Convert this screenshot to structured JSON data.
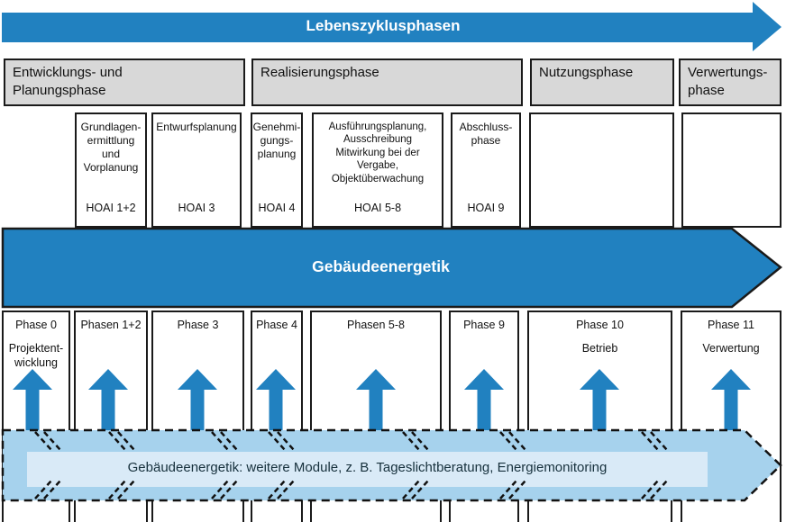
{
  "colors": {
    "blue": "#2181c0",
    "band_fill": "#a6d2ed",
    "band_inner": "#d9eaf7",
    "box_gray": "#d8d8d8",
    "border_black": "#1a1a1a"
  },
  "lifecycle_arrow": {
    "label": "Lebenszyklusphasen"
  },
  "phase_groups": [
    {
      "label": "Entwicklungs- und\nPlanungsphase"
    },
    {
      "label": "Realisierungsphase"
    },
    {
      "label": "Nutzungsphase"
    },
    {
      "label": "Verwertungs-\nphase"
    }
  ],
  "hoai_boxes": [
    {
      "title": "Grundlagen-\nermittlung\nund\nVorplanung",
      "hoai": "HOAI 1+2"
    },
    {
      "title": "Entwurfsplanung",
      "hoai": "HOAI 3"
    },
    {
      "title": "Genehmi-\ngungs-\nplanung",
      "hoai": "HOAI 4"
    },
    {
      "title": "Ausführungsplanung,\nAusschreibung\nMitwirkung bei der Vergabe,\nObjektüberwachung",
      "hoai": "HOAI 5-8"
    },
    {
      "title": "Abschluss-\nphase",
      "hoai": "HOAI 9"
    },
    {
      "title": "",
      "hoai": ""
    },
    {
      "title": "",
      "hoai": ""
    }
  ],
  "energy_arrow": {
    "label": "Gebäudeenergetik"
  },
  "phase_columns": [
    {
      "phase": "Phase 0",
      "sublabel": "Projektent-\nwicklung"
    },
    {
      "phase": "Phasen 1+2",
      "sublabel": ""
    },
    {
      "phase": "Phase 3",
      "sublabel": ""
    },
    {
      "phase": "Phase 4",
      "sublabel": ""
    },
    {
      "phase": "Phasen 5-8",
      "sublabel": ""
    },
    {
      "phase": "Phase 9",
      "sublabel": ""
    },
    {
      "phase": "Phase 10",
      "sublabel": "Betrieb"
    },
    {
      "phase": "Phase 11",
      "sublabel": "Verwertung"
    }
  ],
  "modules_band": {
    "label": "Gebäudeenergetik: weitere Module, z. B. Tageslichtberatung, Energiemonitoring"
  }
}
